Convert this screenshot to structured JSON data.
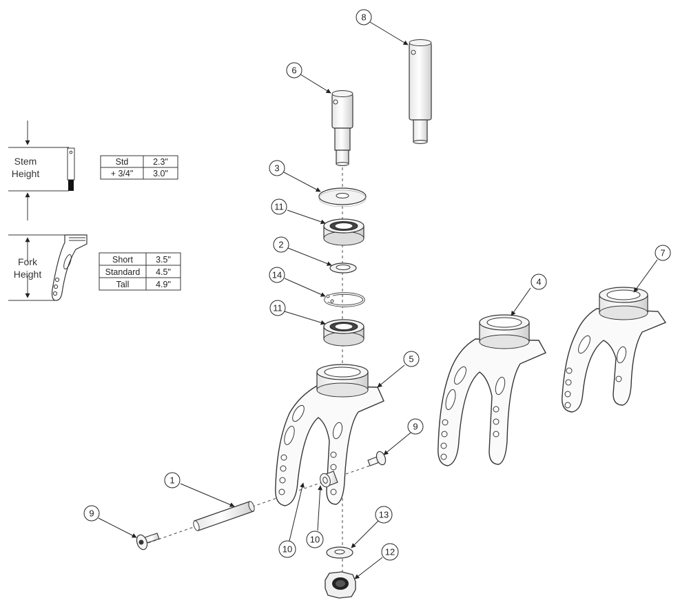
{
  "dimensions": {
    "stem_height": {
      "line1": "Stem",
      "line2": "Height"
    },
    "fork_height": {
      "line1": "Fork",
      "line2": "Height"
    }
  },
  "stem_table": [
    {
      "name": "Std",
      "value": "2.3\""
    },
    {
      "name": "+ 3/4\"",
      "value": "3.0\""
    }
  ],
  "fork_table": [
    {
      "name": "Short",
      "value": "3.5\""
    },
    {
      "name": "Standard",
      "value": "4.5\""
    },
    {
      "name": "Tall",
      "value": "4.9\""
    }
  ],
  "callouts": {
    "c1": "1",
    "c2": "2",
    "c3": "3",
    "c4": "4",
    "c5": "5",
    "c6": "6",
    "c7": "7",
    "c8": "8",
    "c9a": "9",
    "c9b": "9",
    "c10a": "10",
    "c10b": "10",
    "c11a": "11",
    "c11b": "11",
    "c12": "12",
    "c13": "13",
    "c14": "14"
  }
}
